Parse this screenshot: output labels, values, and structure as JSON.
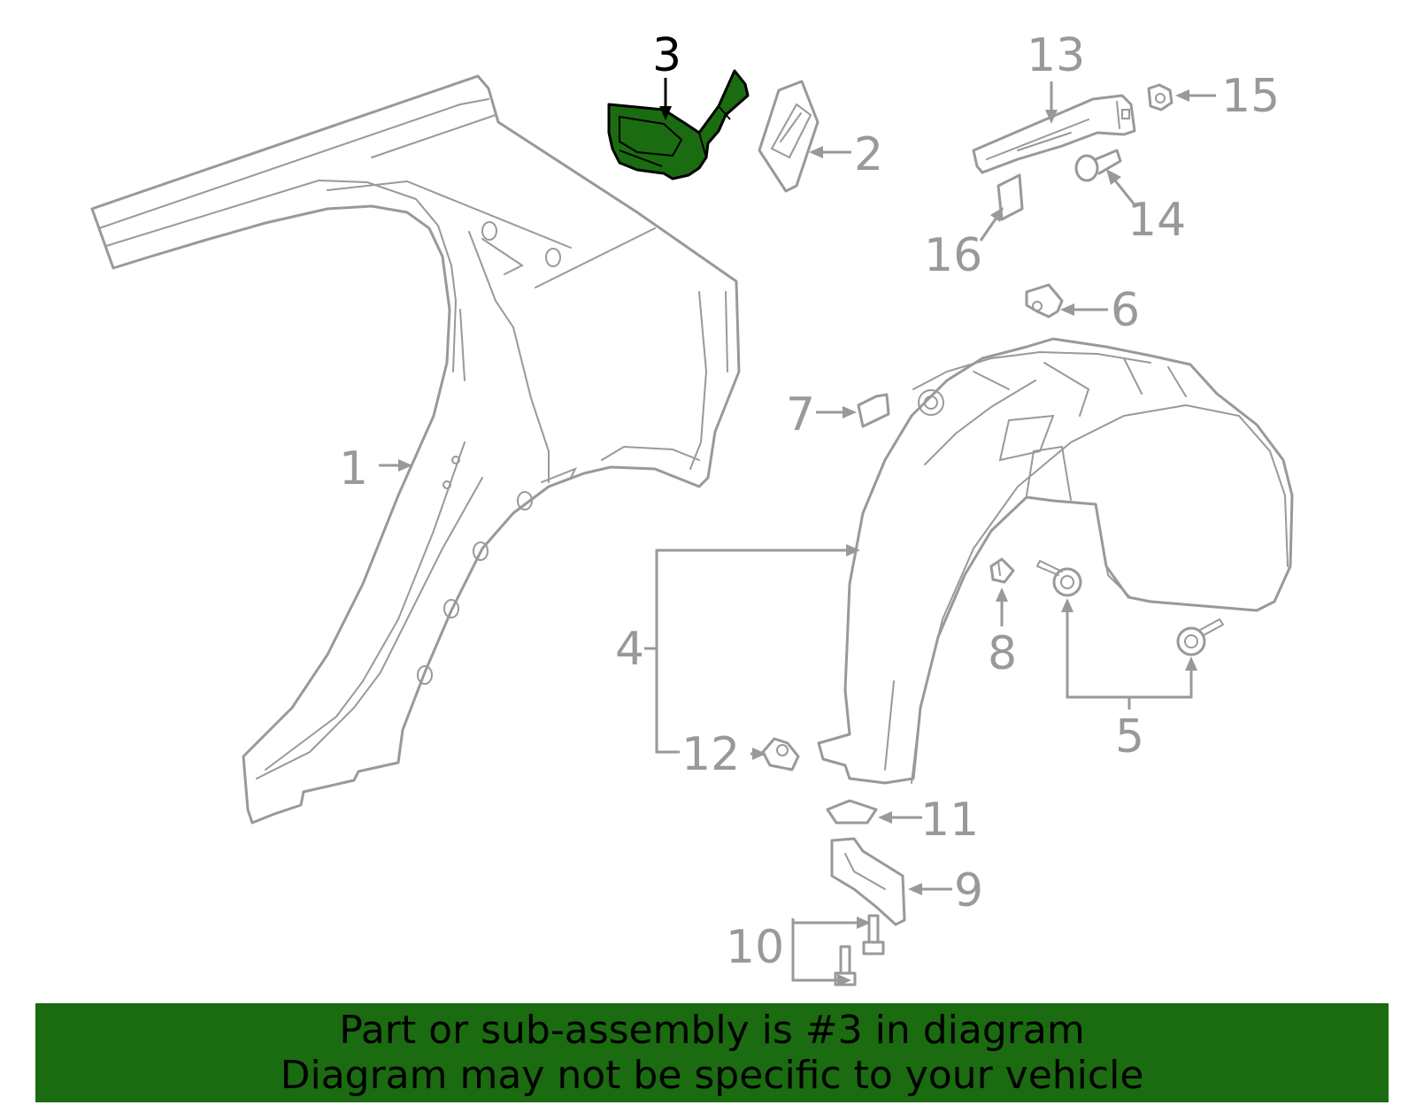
{
  "callouts": {
    "c1": "1",
    "c2": "2",
    "c3": "3",
    "c4": "4",
    "c5": "5",
    "c6": "6",
    "c7": "7",
    "c8": "8",
    "c9": "9",
    "c10": "10",
    "c11": "11",
    "c12": "12",
    "c13": "13",
    "c14": "14",
    "c15": "15",
    "c16": "16"
  },
  "highlight": {
    "part_number": "3",
    "color": "#1b6b10"
  },
  "colors": {
    "line_art": "#999999",
    "banner_background": "#1b6b10",
    "banner_text": "#000000"
  },
  "banner": {
    "line1": "Part or sub-assembly is #3 in diagram",
    "line2": "Diagram may not be specific to your vehicle"
  }
}
